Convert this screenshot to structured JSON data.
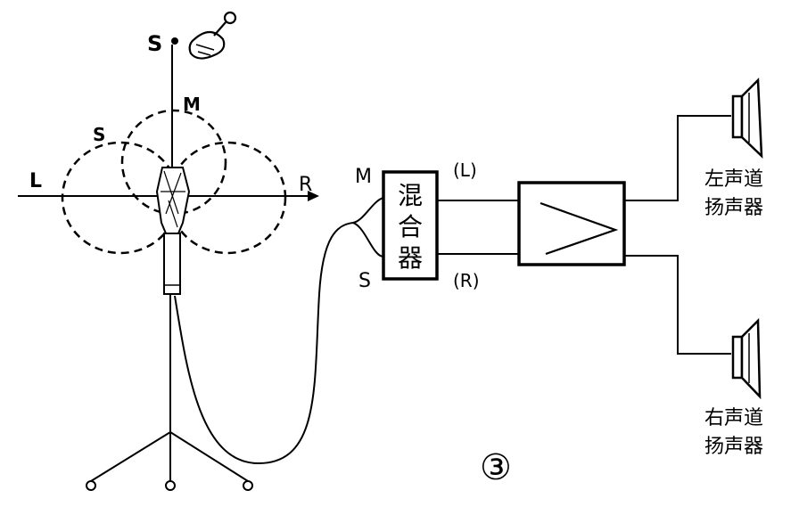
{
  "diagram": {
    "mic_labels": {
      "s_top": "S",
      "m": "M",
      "s_lobe": "S",
      "l": "L",
      "r": "R"
    },
    "mixer": {
      "input_m": "M",
      "input_s": "S",
      "label": [
        "混",
        "合",
        "器"
      ],
      "output_l": "(L)",
      "output_r": "(R)"
    },
    "speakers": {
      "left": [
        "左声道",
        "扬声器"
      ],
      "right": [
        "右声道",
        "扬声器"
      ]
    },
    "figure_number": "③"
  }
}
